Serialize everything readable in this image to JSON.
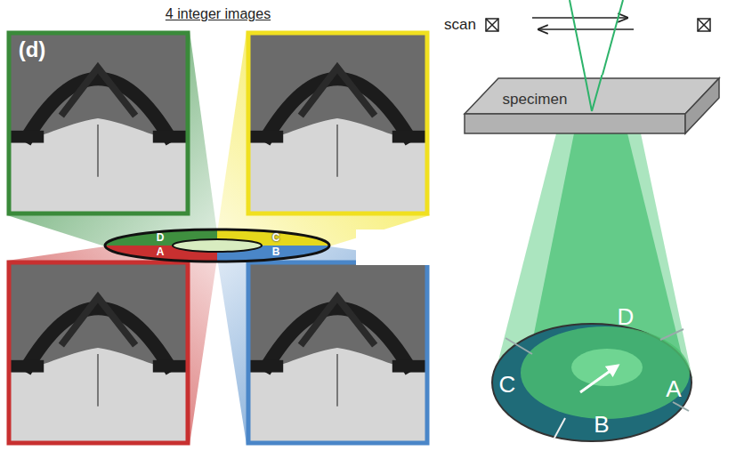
{
  "diagram": {
    "title": "4 integer images",
    "nodes": [
      {
        "text": [
          "specimen"
        ]
      }
    ],
    "labels": [
      "(d)",
      "D",
      "C",
      "A",
      "B",
      "scan",
      "D",
      "C",
      "A",
      "B"
    ]
  }
}
